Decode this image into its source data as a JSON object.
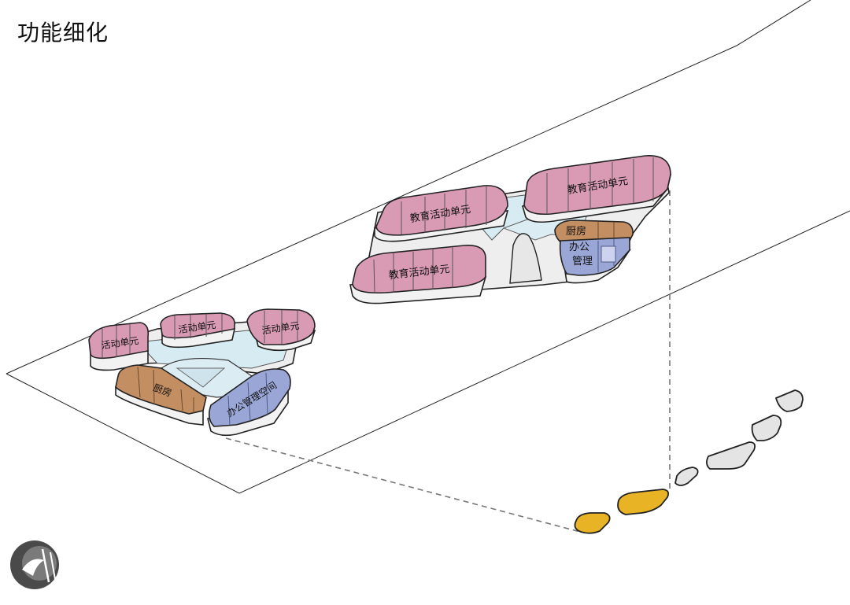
{
  "page": {
    "title": "功能细化"
  },
  "colors": {
    "education": "#d99ab4",
    "kitchen": "#c38e61",
    "office": "#9aa6d6",
    "corridor": "#dcecf3",
    "slab": "#ececec",
    "highlight": "#e8b425",
    "mass_grey": "#e4e4e4"
  },
  "building_left": {
    "activity_1": "活动单元",
    "activity_2": "活动单元",
    "activity_3": "活动单元",
    "kitchen": "厨房",
    "office": "办公管理空间"
  },
  "building_right": {
    "education_1": "教育活动单元",
    "education_2": "教育活动单元",
    "education_3": "教育活动单元",
    "kitchen": "厨房",
    "office_line1": "办公",
    "office_line2": "管理"
  }
}
